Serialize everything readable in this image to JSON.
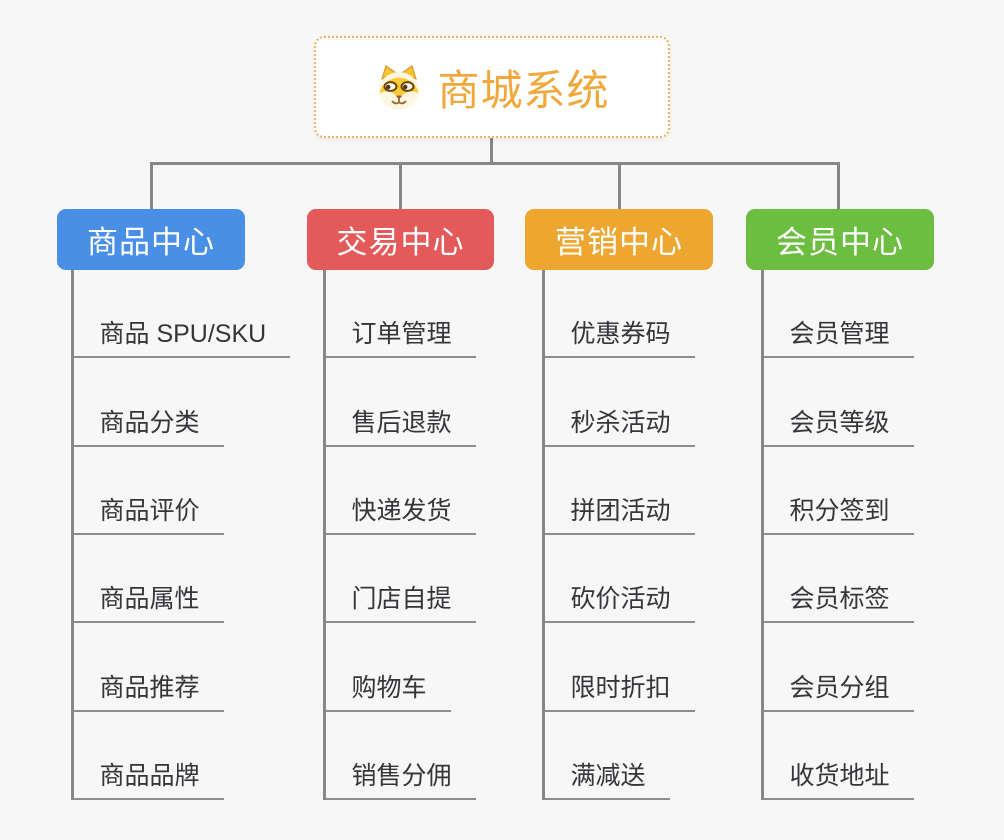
{
  "canvas": {
    "background": "#f7f7f7",
    "connector_color": "#878787",
    "underline_color": "#8d8d8d",
    "item_text_color": "#35353a"
  },
  "root": {
    "title": "商城系统",
    "title_color": "#f0a73c",
    "border_color": "#eeb25c",
    "background": "#ffffff",
    "icon": "shiba-dog-icon"
  },
  "branches": [
    {
      "id": "product-center",
      "label": "商品中心",
      "color": "#4a8fe6",
      "items": [
        "商品 SPU/SKU",
        "商品分类",
        "商品评价",
        "商品属性",
        "商品推荐",
        "商品品牌"
      ]
    },
    {
      "id": "trade-center",
      "label": "交易中心",
      "color": "#e45a5a",
      "items": [
        "订单管理",
        "售后退款",
        "快递发货",
        "门店自提",
        "购物车",
        "销售分佣"
      ]
    },
    {
      "id": "marketing-center",
      "label": "营销中心",
      "color": "#eda630",
      "items": [
        "优惠券码",
        "秒杀活动",
        "拼团活动",
        "砍价活动",
        "限时折扣",
        "满减送"
      ]
    },
    {
      "id": "member-center",
      "label": "会员中心",
      "color": "#6cbe40",
      "items": [
        "会员管理",
        "会员等级",
        "积分签到",
        "会员标签",
        "会员分组",
        "收货地址"
      ]
    }
  ]
}
